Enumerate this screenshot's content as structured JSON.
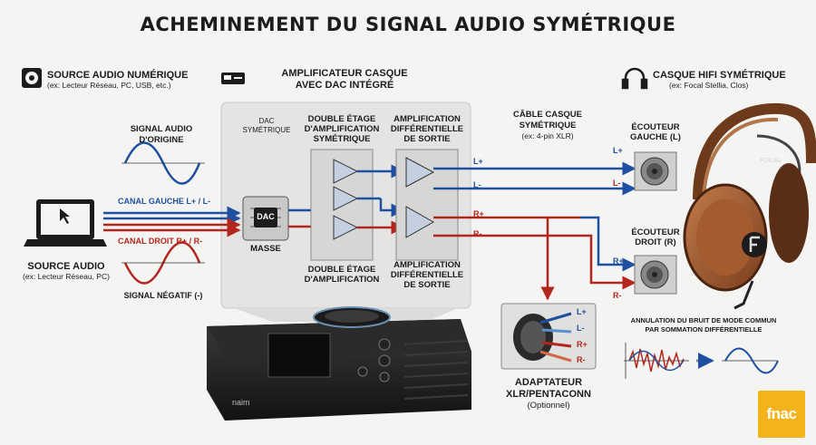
{
  "title": "ACHEMINEMENT DU SIGNAL AUDIO SYMÉTRIQUE",
  "source_numerique": {
    "title": "SOURCE AUDIO NUMÉRIQUE",
    "examples": "(ex: Lecteur Réseau, PC, USB, etc.)"
  },
  "amplificateur": {
    "title_line1": "AMPLIFICATEUR CASQUE",
    "title_line2": "AVEC DAC INTÉGRÉ",
    "dac_line1": "DAC",
    "dac_line2": "SYMÉTRIQUE",
    "dac_chip": "DAC",
    "masse": "MASSE",
    "double_top_line1": "DOUBLE ÉTAGE",
    "double_top_line2": "D'AMPLIFICATION",
    "double_top_line3": "SYMÉTRIQUE",
    "double_bottom_line1": "DOUBLE ÉTAGE",
    "double_bottom_line2": "D'AMPLIFICATION",
    "ampdiff_top_line1": "AMPLIFICATION",
    "ampdiff_top_line2": "DIFFÉRENTIELLE",
    "ampdiff_top_line3": "DE SORTIE",
    "ampdiff_bottom_line1": "AMPLIFICATION",
    "ampdiff_bottom_line2": "DIFFÉRENTIELLE",
    "ampdiff_bottom_line3": "DE SORTIE"
  },
  "signal_origine": {
    "line1": "SIGNAL AUDIO",
    "line2": "D'ORIGINE"
  },
  "canal_gauche": "CANAL GAUCHE L+ / L-",
  "canal_droit": "CANAL DROIT R+ / R-",
  "signal_negatif": "SIGNAL NÉGATIF (-)",
  "source_audio": {
    "title": "SOURCE AUDIO",
    "examples": "(ex: Lecteur Réseau, PC)"
  },
  "cable": {
    "line1": "CÂBLE CASQUE",
    "line2": "SYMÉTRIQUE",
    "examples": "(ex: 4-pin XLR)",
    "l_plus": "L+",
    "l_minus": "L-",
    "r_plus": "R+",
    "r_minus": "R-"
  },
  "casque": {
    "title": "CASQUE HIFI SYMÉTRIQUE",
    "examples": "(ex: Focal Stellia, Clos)",
    "ecouteur_gauche_line1": "ÉCOUTEUR",
    "ecouteur_gauche_line2": "GAUCHE (L)",
    "ecouteur_droit_line1": "ÉCOUTEUR",
    "ecouteur_droit_line2": "DROIT (R)",
    "brand": "FOCAL"
  },
  "adaptateur": {
    "line1": "ADAPTATEUR",
    "line2": "XLR/PENTACONN",
    "note": "(Optionnel)",
    "l_plus": "L+",
    "l_minus": "L-",
    "r_plus": "R+",
    "r_minus": "R-"
  },
  "annulation": {
    "line1": "ANNULATION DU BRUIT DE MODE COMMUN",
    "line2": "PAR SOMMATION DIFFÉRENTIELLE"
  },
  "device_brand": "naim",
  "badge": "fnac",
  "colors": {
    "positive": "#1f4fa0",
    "negative": "#b3261e",
    "panel": "#e4e4e2",
    "badge": "#f2b31b"
  },
  "icons": [
    "speaker-icon",
    "dac-box-icon",
    "headphones-icon",
    "laptop-icon",
    "cursor-icon",
    "chip-icon",
    "amplifier-triangle-icon",
    "earcup-driver-icon",
    "cable-end-icon"
  ]
}
